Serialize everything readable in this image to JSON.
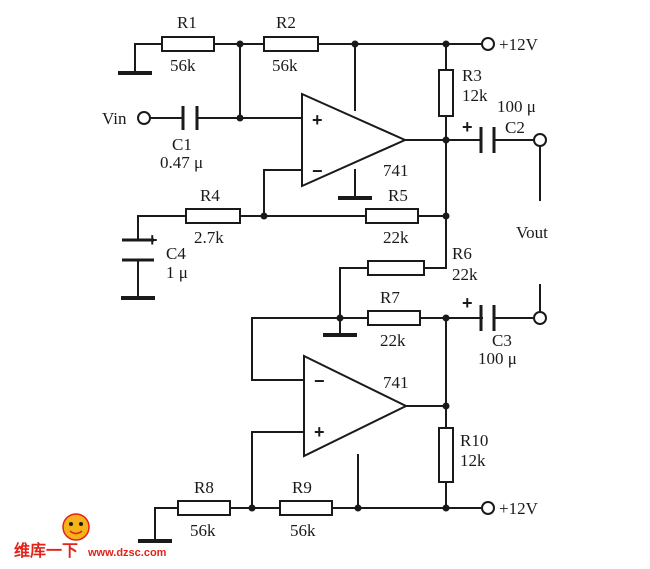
{
  "resistors": {
    "r1": {
      "name": "R1",
      "value": "56k"
    },
    "r2": {
      "name": "R2",
      "value": "56k"
    },
    "r3": {
      "name": "R3",
      "value": "12k"
    },
    "r4": {
      "name": "R4",
      "value": "2.7k"
    },
    "r5": {
      "name": "R5",
      "value": "22k"
    },
    "r6": {
      "name": "R6",
      "value": "22k"
    },
    "r7": {
      "name": "R7",
      "value": "22k"
    },
    "r8": {
      "name": "R8",
      "value": "56k"
    },
    "r9": {
      "name": "R9",
      "value": "56k"
    },
    "r10": {
      "name": "R10",
      "value": "12k"
    }
  },
  "capacitors": {
    "c1": {
      "name": "C1",
      "value": "0.47 μ"
    },
    "c2": {
      "name": "C2",
      "value": "100 μ"
    },
    "c3": {
      "name": "C3",
      "value": "100 μ"
    },
    "c4": {
      "name": "C4",
      "value": "1 μ"
    }
  },
  "opamps": {
    "u1": {
      "name": "741"
    },
    "u2": {
      "name": "741"
    }
  },
  "pins": {
    "plus": "+",
    "minus": "−"
  },
  "polarity": "+",
  "terminals": {
    "vin": "Vin",
    "vout": "Vout",
    "supply_top": "+12V",
    "supply_bottom": "+12V"
  },
  "watermark": {
    "cn": "维库一下",
    "url": "www.dzsc.com",
    "color": "#e2231a"
  }
}
